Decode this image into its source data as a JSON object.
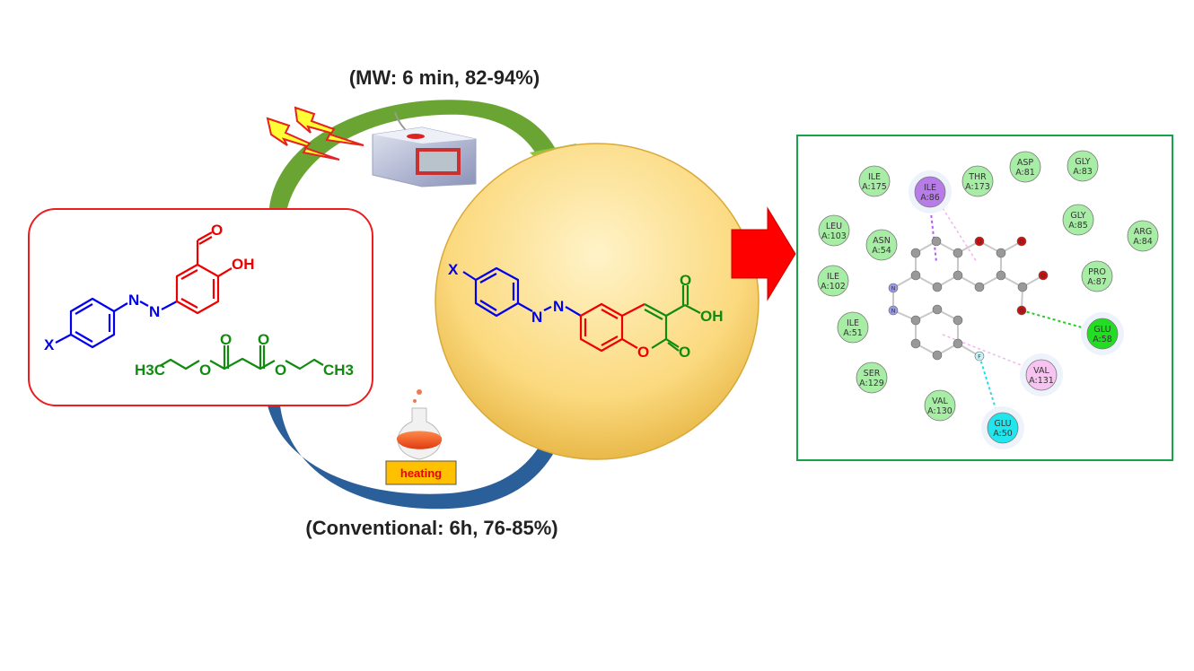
{
  "conditions": {
    "microwave": "(MW: 6 min, 82-94%)",
    "conventional": "(Conventional: 6h, 76-85%)",
    "heating_label": "heating"
  },
  "reactants": {
    "azo_aldehyde": {
      "substituent": "X",
      "n1": "N",
      "n2": "N",
      "hydroxyl": "OH",
      "aldehyde_o": "O"
    },
    "diethyl_malonate": {
      "left_terminal": "H3C",
      "right_terminal": "CH3",
      "o": "O"
    }
  },
  "product": {
    "substituent": "X",
    "n1": "N",
    "n2": "N",
    "ring_o": "O",
    "carbonyl_o": "O",
    "acid_o": "O",
    "acid_oh": "OH"
  },
  "docking": {
    "residues": [
      {
        "name": "ILE",
        "id": "A:175",
        "type": "vdw"
      },
      {
        "name": "ILE",
        "id": "A:86",
        "type": "pi-alkyl"
      },
      {
        "name": "THR",
        "id": "A:173",
        "type": "vdw"
      },
      {
        "name": "ASP",
        "id": "A:81",
        "type": "vdw"
      },
      {
        "name": "GLY",
        "id": "A:83",
        "type": "vdw"
      },
      {
        "name": "LEU",
        "id": "A:103",
        "type": "vdw"
      },
      {
        "name": "ASN",
        "id": "A:54",
        "type": "vdw"
      },
      {
        "name": "GLY",
        "id": "A:85",
        "type": "vdw"
      },
      {
        "name": "ARG",
        "id": "A:84",
        "type": "vdw"
      },
      {
        "name": "PRO",
        "id": "A:87",
        "type": "vdw"
      },
      {
        "name": "ILE",
        "id": "A:102",
        "type": "vdw"
      },
      {
        "name": "ILE",
        "id": "A:51",
        "type": "vdw"
      },
      {
        "name": "GLU",
        "id": "A:58",
        "type": "h-bond"
      },
      {
        "name": "VAL",
        "id": "A:131",
        "type": "pi-alkyl-weak"
      },
      {
        "name": "SER",
        "id": "A:129",
        "type": "vdw"
      },
      {
        "name": "VAL",
        "id": "A:130",
        "type": "vdw"
      },
      {
        "name": "GLU",
        "id": "A:50",
        "type": "halogen"
      }
    ],
    "ligand_labels": {
      "n": "N",
      "o": "O",
      "f": "F"
    },
    "colors": {
      "vdw": "#a8eda6",
      "pi-alkyl": "#b87ce8",
      "h-bond": "#22dd22",
      "pi-alkyl-weak": "#f7c4f2",
      "halogen": "#22e6ee"
    }
  },
  "colors": {
    "reactant_box": "#ee1c1c",
    "docking_box": "#17a34a",
    "mw_arrow": "#6aa534",
    "conv_arrow": "#2a5f9a",
    "product_circle": "#fbd97e",
    "blue": "#0000ee",
    "red": "#ee0000",
    "green": "#118a11"
  }
}
